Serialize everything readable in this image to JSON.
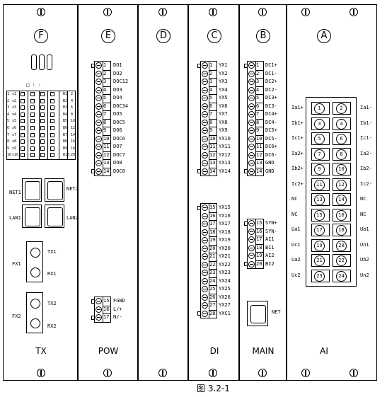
{
  "caption": "图 3.2-1",
  "panels": {
    "tx": {
      "letter": "F",
      "label": "TX"
    },
    "pow": {
      "letter": "E",
      "label": "POW"
    },
    "blank": {
      "letter": "D",
      "label": ""
    },
    "di": {
      "letter": "C",
      "label": "DI"
    },
    "main": {
      "letter": "B",
      "label": "MAIN"
    },
    "ai": {
      "letter": "A",
      "label": "AI"
    }
  },
  "tx": {
    "led_text": "□ : :",
    "left_terms": [
      "x1",
      "x2",
      "x3",
      "x4",
      "x5",
      "x6",
      "x7",
      "x8",
      "x9",
      "x10"
    ],
    "right_terms": [
      "B1",
      "B2",
      "B3",
      "B4",
      "B5",
      "B6",
      "B7",
      "B8",
      "B9",
      "B10"
    ],
    "left_nums": [
      "1",
      "2",
      "3",
      "4",
      "5",
      "6",
      "7",
      "8",
      "9",
      "10"
    ],
    "right_nums": [
      "2",
      "4",
      "6",
      "8",
      "10",
      "12",
      "14",
      "16",
      "18",
      "20"
    ],
    "net1": "NET1",
    "net2": "NET2",
    "lan1": "LAN1",
    "lan2": "LAN2",
    "fx1": "FX1",
    "fx2": "FX2",
    "tx1": "TX1",
    "rx1": "RX1",
    "tx2": "TX2",
    "rx2": "RX2"
  },
  "pow": {
    "top_nums": [
      "1",
      "2",
      "3",
      "4",
      "5",
      "6",
      "7",
      "8",
      "9",
      "10",
      "11",
      "12",
      "13",
      "14"
    ],
    "top_labels": [
      "DO1",
      "DO2",
      "DOC12",
      "DO3",
      "DO4",
      "DOC34",
      "DO5",
      "DOC5",
      "DO6",
      "DOC6",
      "DO7",
      "DOC7",
      "DO8",
      "DOC8"
    ],
    "bot_nums": [
      "15",
      "16",
      "17"
    ],
    "bot_labels": [
      "FGND",
      "L/+",
      "N/-"
    ]
  },
  "di": {
    "top_nums": [
      "1",
      "2",
      "3",
      "4",
      "5",
      "6",
      "7",
      "8",
      "9",
      "10",
      "11",
      "12",
      "13",
      "14"
    ],
    "top_labels": [
      "YX1",
      "YX2",
      "YX3",
      "YX4",
      "YX5",
      "YX6",
      "YX7",
      "YX8",
      "YX9",
      "YX10",
      "YX11",
      "YX12",
      "YX13",
      "YX14"
    ],
    "bot_nums": [
      "15",
      "16",
      "17",
      "18",
      "19",
      "20",
      "21",
      "22",
      "23",
      "24",
      "25",
      "26",
      "27",
      "28"
    ],
    "bot_labels": [
      "YX15",
      "YX16",
      "YX17",
      "YX18",
      "YX19",
      "YX20",
      "YX21",
      "YX22",
      "YX23",
      "YX24",
      "YX25",
      "YX26",
      "YX27",
      "YXC1"
    ]
  },
  "main": {
    "top_nums": [
      "1",
      "2",
      "3",
      "4",
      "5",
      "6",
      "7",
      "8",
      "9",
      "10",
      "11",
      "12",
      "13",
      "14"
    ],
    "top_labels": [
      "DC1+",
      "DC1-",
      "DC2+",
      "DC2-",
      "DC3+",
      "DC3-",
      "DC4+",
      "DC4-",
      "DC5+",
      "DC5-",
      "DC6+",
      "DC6-",
      "GND",
      "GND"
    ],
    "bot_nums": [
      "15",
      "16",
      "17",
      "18",
      "19",
      "20"
    ],
    "bot_labels": [
      "SYN+",
      "SYN-",
      "AI1",
      "BI1",
      "AI2",
      "BI2"
    ],
    "net": "NET"
  },
  "ai": {
    "left_labels": [
      "Ia1+",
      "Ib1+",
      "Ic1+",
      "Ia2+",
      "Ib2+",
      "Ic2+",
      "NC",
      "NC",
      "Ua1",
      "Uc1",
      "Ua2",
      "Uc2"
    ],
    "right_labels": [
      "Ia1-",
      "Ib1-",
      "Ic1-",
      "Ia2-",
      "Ib2-",
      "Ic2-",
      "NC",
      "NC",
      "Ub1",
      "Un1",
      "Ub2",
      "Un2"
    ],
    "left_nums": [
      "1",
      "3",
      "5",
      "7",
      "9",
      "11",
      "13",
      "15",
      "17",
      "19",
      "21",
      "23"
    ],
    "right_nums": [
      "2",
      "4",
      "6",
      "8",
      "10",
      "12",
      "14",
      "16",
      "18",
      "20",
      "22",
      "24"
    ]
  }
}
